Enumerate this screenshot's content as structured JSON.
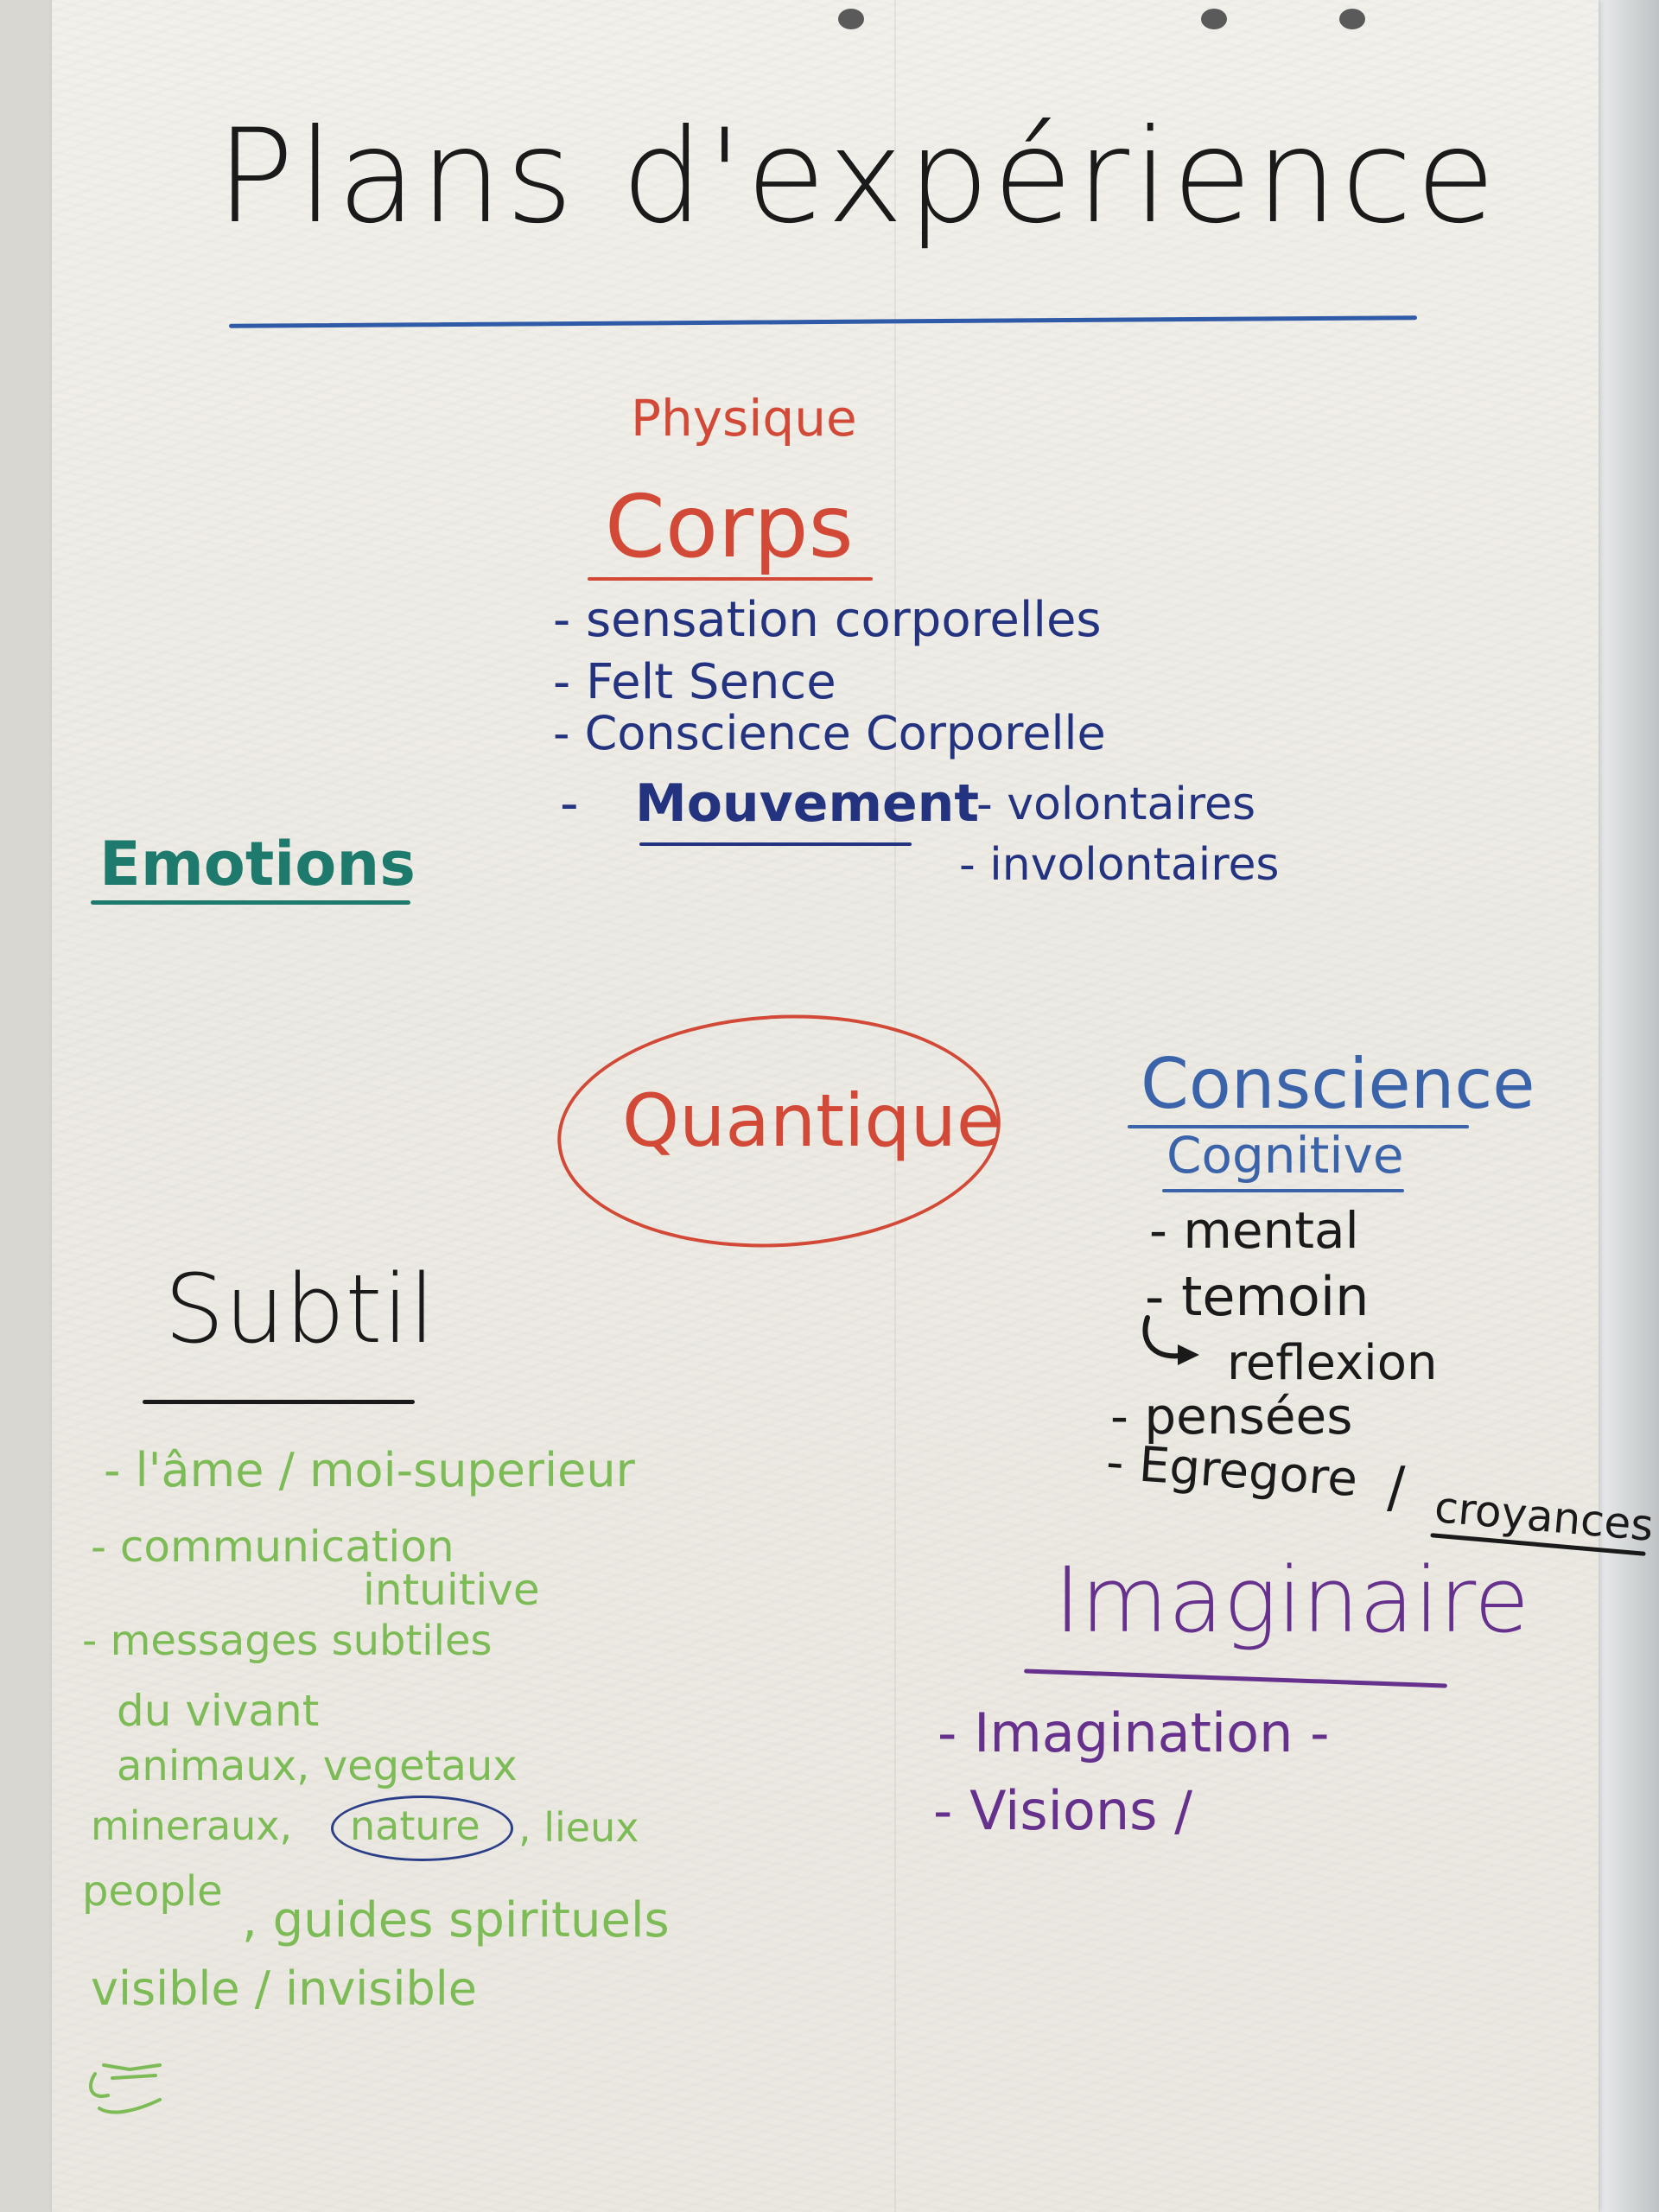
{
  "title": "Plans d'expérience",
  "corps": {
    "label_small": "Physique",
    "label": "Corps",
    "items": [
      "- sensation corporelles",
      "- Felt Sence",
      "- Conscience Corporelle"
    ],
    "mouvement_dash": "-",
    "mouvement": "Mouvement",
    "mouvement_sub": [
      "- volontaires",
      "- involontaires"
    ]
  },
  "emotions": "Emotions",
  "quantique": "Quantique",
  "conscience": {
    "label": "Conscience",
    "sub": "Cognitive",
    "items": [
      "- mental",
      "- temoin",
      "reflexion",
      "- pensées",
      "- Egregore"
    ],
    "separator": "/",
    "croyances": "croyances"
  },
  "subtil": {
    "label": "Subtil",
    "lines": [
      "- l'âme / moi-superieur",
      "- communication",
      "intuitive",
      "- messages subtiles",
      "du vivant",
      "animaux, vegetaux",
      "mineraux,",
      "nature",
      ", lieux",
      "people",
      ", guides spirituels",
      "visible / invisible"
    ]
  },
  "imaginaire": {
    "label": "Imaginaire",
    "items": [
      "- Imagination -",
      "- Visions /"
    ]
  },
  "colors": {
    "paper": "#eceae3",
    "black": "#1a1a1a",
    "red": "#d24a37",
    "navy": "#24337f",
    "teal": "#1d7a6d",
    "blue": "#3b63a9",
    "purple": "#66318d",
    "green": "#7dbb57"
  }
}
